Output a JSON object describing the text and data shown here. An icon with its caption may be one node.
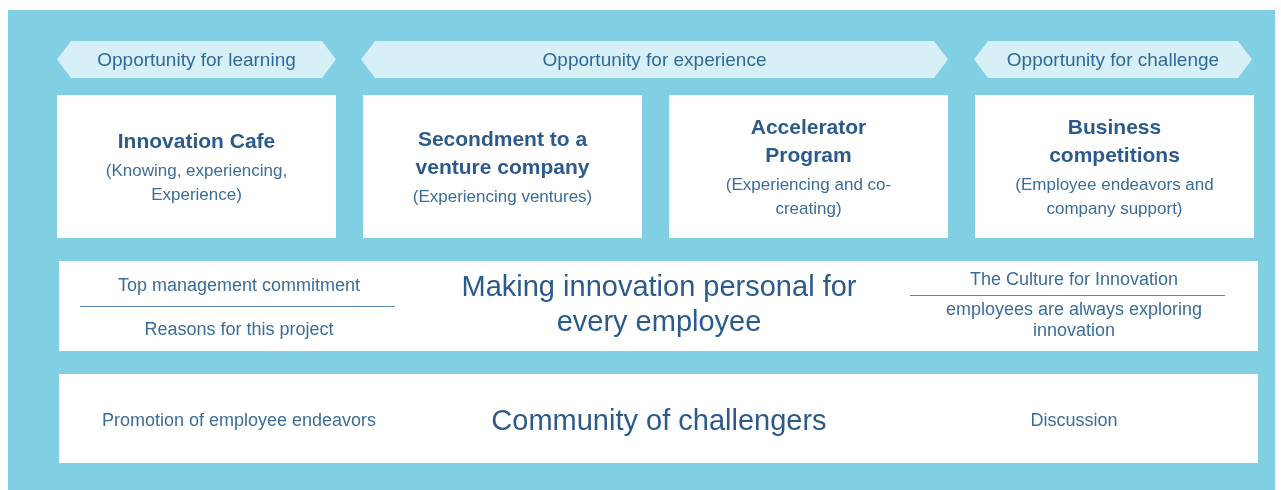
{
  "diagram": {
    "nodes": [
      {
        "text": [
          "Opportunity for learning"
        ]
      },
      {
        "text": [
          "Opportunity for experience"
        ]
      },
      {
        "text": [
          "Opportunity for challenge"
        ]
      },
      {
        "text": [
          "Innovation Cafe",
          "(Knowing, experiencing, Experience)"
        ]
      },
      {
        "text": [
          "Secondment to a venture company",
          "(Experiencing ventures)"
        ]
      },
      {
        "text": [
          "Accelerator Program",
          "(Experiencing and co-creating)"
        ]
      },
      {
        "text": [
          "Business competitions",
          "(Employee endeavors and company support)"
        ]
      },
      {
        "text": [
          "Top management commitment",
          "Reasons for this project",
          "Making innovation personal for every employee",
          "The Culture for Innovation",
          "employees are always exploring innovation"
        ]
      },
      {
        "text": [
          "Promotion of employee endeavors",
          "Community of challengers",
          "Discussion"
        ]
      }
    ]
  }
}
